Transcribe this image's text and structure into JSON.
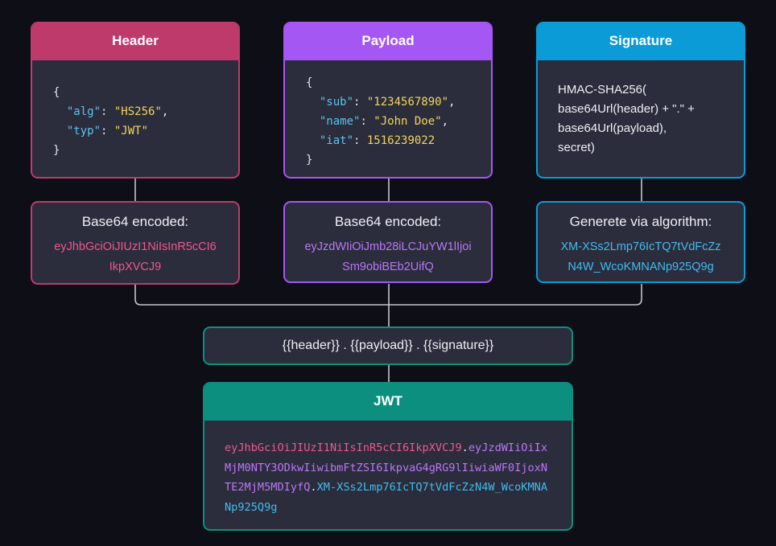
{
  "colors": {
    "background": "#0e0e16",
    "header": "#be3a6b",
    "payload": "#a557f4",
    "signature": "#0b9bd6",
    "jwt": "#0d8f80",
    "connector": "#c4c4cc",
    "box_fill": "#2b2c3c",
    "header_text": "#f2578d",
    "payload_text": "#ba78f6",
    "signature_text": "#3fbdf0",
    "code_key": "#5bc4ec",
    "code_value": "#f2d65c"
  },
  "header": {
    "title": "Header",
    "code": {
      "open": "{",
      "close": "}",
      "alg_key": "\"alg\"",
      "alg_value": "\"HS256\"",
      "typ_key": "\"typ\"",
      "typ_value": "\"JWT\""
    },
    "encoded_label": "Base64 encoded:",
    "encoded_value": "eyJhbGciOiJIUzI1NiIsInR5cCI6IkpXVCJ9"
  },
  "payload": {
    "title": "Payload",
    "code": {
      "open": "{",
      "close": "}",
      "sub_key": "\"sub\"",
      "sub_value": "\"1234567890\"",
      "name_key": "\"name\"",
      "name_value": "\"John Doe\"",
      "iat_key": "\"iat\"",
      "iat_value": "1516239022"
    },
    "encoded_label": "Base64 encoded:",
    "encoded_value": "eyJzdWIiOiJmb28iLCJuYW1lIjoiSm9obiBEb2UifQ"
  },
  "signature": {
    "title": "Signature",
    "formula": "HMAC-SHA256(\nbase64Url(header) + \".\" +\nbase64Url(payload),\nsecret)",
    "algorithm_label": "Generete via algorithm:",
    "algorithm_value": "XM-XSs2Lmp76IcTQ7tVdFcZzN4W_WcoKMNANp925Q9g"
  },
  "template": {
    "text": "{{header}} . {{payload}} . {{signature}}"
  },
  "jwt": {
    "title": "JWT",
    "header_part": "eyJhbGciOiJIUzI1NiIsInR5cCI6IkpXVCJ9",
    "dot1": ".",
    "payload_part": "eyJzdWIiOiIxMjM0NTY3ODkwIiwibmFtZSI6IkpvaG4gRG9lIiwiaWF0IjoxNTE2MjM5MDIyfQ",
    "dot2": ".",
    "signature_part": "XM-XSs2Lmp76IcTQ7tVdFcZzN4W_WcoKMNANp925Q9g"
  }
}
